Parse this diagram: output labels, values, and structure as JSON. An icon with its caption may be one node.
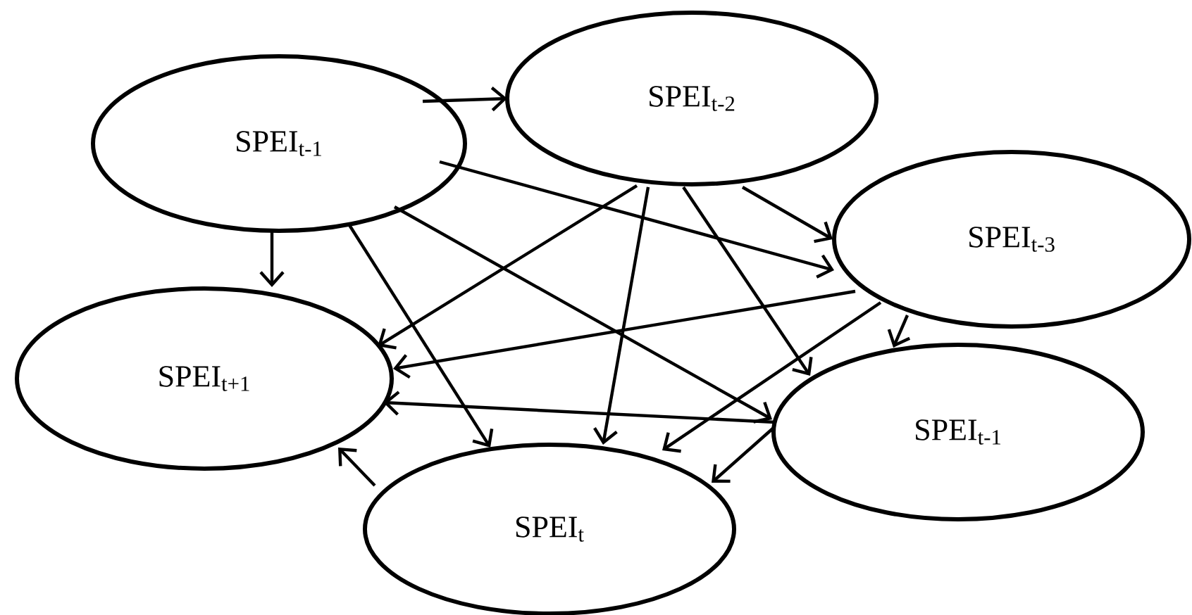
{
  "diagram": {
    "nodes": [
      {
        "text": [
          "SPEI$_{t-1}$"
        ]
      },
      {
        "text": [
          "SPEI$_{t-2}$"
        ]
      },
      {
        "text": [
          "SPEI$_{t-3}$"
        ]
      },
      {
        "text": [
          "SPEI$_{t+1}$"
        ]
      },
      {
        "text": [
          "SPEI$_{t-1}$"
        ]
      },
      {
        "text": [
          "SPEI$_{t}$"
        ]
      }
    ],
    "edges": [
      {
        "from": 0,
        "to": 1,
        "arrow": "to"
      },
      {
        "from": 0,
        "to": 3,
        "arrow": "to"
      },
      {
        "from": 0,
        "to": 5,
        "arrow": "to"
      },
      {
        "from": 0,
        "to": 2,
        "arrow": "to"
      },
      {
        "from": 0,
        "to": 4,
        "arrow": "to"
      },
      {
        "from": 1,
        "to": 3,
        "arrow": "to"
      },
      {
        "from": 1,
        "to": 5,
        "arrow": "to"
      },
      {
        "from": 1,
        "to": 4,
        "arrow": "to"
      },
      {
        "from": 1,
        "to": 2,
        "arrow": "to"
      },
      {
        "from": 2,
        "to": 3,
        "arrow": "to"
      },
      {
        "from": 2,
        "to": 5,
        "arrow": "to"
      },
      {
        "from": 2,
        "to": 4,
        "arrow": "to"
      },
      {
        "from": 4,
        "to": 3,
        "arrow": "to"
      },
      {
        "from": 4,
        "to": 5,
        "arrow": "to"
      },
      {
        "from": 5,
        "to": 3,
        "arrow": "to"
      }
    ]
  }
}
